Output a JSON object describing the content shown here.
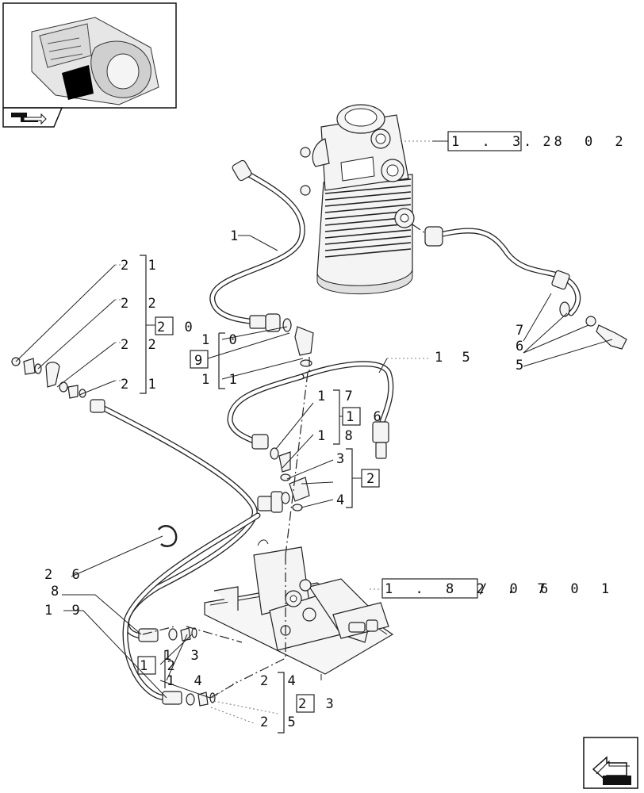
{
  "labels": {
    "l1": "1",
    "l2": "2",
    "l3": "3",
    "l4": "4",
    "l5": "5",
    "l6": "6",
    "l7": "7",
    "l8": "8",
    "l9": "9",
    "l10": "1 0",
    "l11": "1 1",
    "l12": "1 2",
    "l13": "1 3",
    "l14": "1 4",
    "l15": "1 5",
    "l16": "1 6",
    "l17": "1 7",
    "l18": "1 8",
    "l19": "1 9",
    "l20": "2 0",
    "l21a": "2 1",
    "l21b": "2 1",
    "l22a": "2 2",
    "l22b": "2 2",
    "l23": "2 3",
    "l24": "2 4",
    "l25": "2 5",
    "l26": "2 6"
  },
  "references": {
    "filter_ref_boxed": "1 . 3 2",
    "filter_ref_tail": ". 8   0 2",
    "valve_ref_boxed": "1 . 8 2 . 7",
    "valve_ref_tail": "/ 0 6   0 1"
  },
  "icons": {
    "thumbnail": "transmission-thumbnail",
    "nav_top": "previous-page-arrow-icon",
    "nav_bottom": "next-page-arrow-icon"
  }
}
